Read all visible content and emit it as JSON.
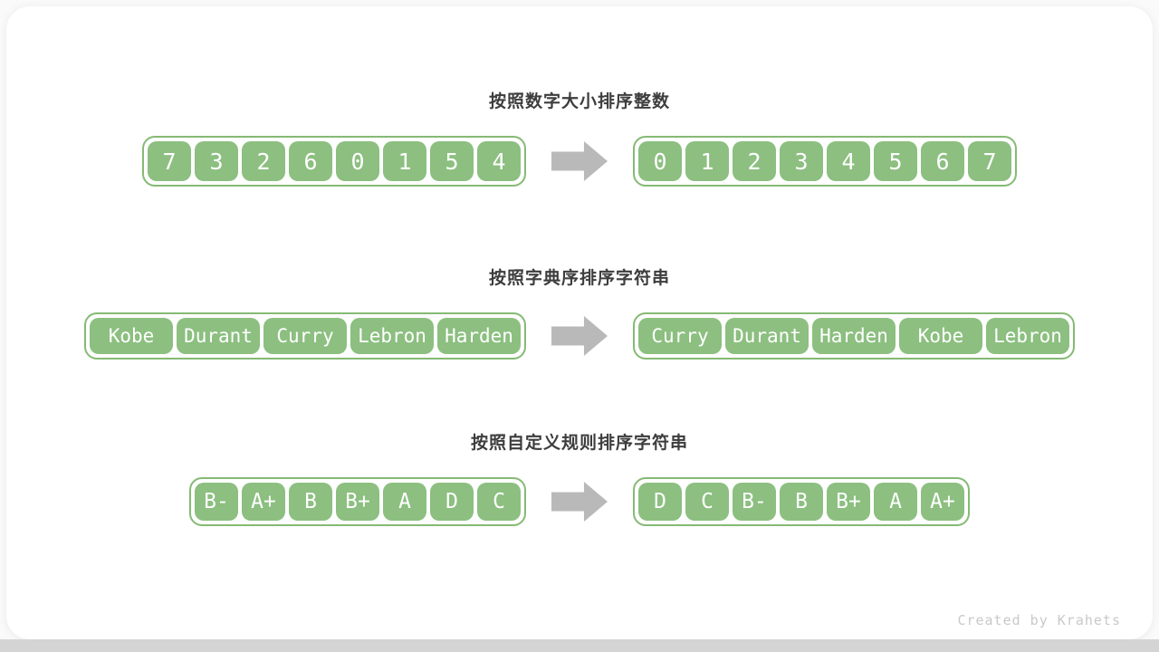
{
  "colors": {
    "cell_green": "#8CBF80",
    "container_border": "#85BA74",
    "arrow_gray": "#B9B9B9",
    "title_color": "#3D3D3D",
    "watermark_color": "#C9C9C9"
  },
  "icons": {
    "transform_arrow": "block-arrow-right"
  },
  "sections": [
    {
      "title": "按照数字大小排序整数",
      "before": [
        "7",
        "3",
        "2",
        "6",
        "0",
        "1",
        "5",
        "4"
      ],
      "after": [
        "0",
        "1",
        "2",
        "3",
        "4",
        "5",
        "6",
        "7"
      ]
    },
    {
      "title": "按照字典序排序字符串",
      "before": [
        "Kobe",
        "Durant",
        "Curry",
        "Lebron",
        "Harden"
      ],
      "after": [
        "Curry",
        "Durant",
        "Harden",
        "Kobe",
        "Lebron"
      ]
    },
    {
      "title": "按照自定义规则排序字符串",
      "before": [
        "B-",
        "A+",
        "B",
        "B+",
        "A",
        "D",
        "C"
      ],
      "after": [
        "D",
        "C",
        "B-",
        "B",
        "B+",
        "A",
        "A+"
      ]
    }
  ],
  "footer": {
    "watermark": "Created by Krahets"
  }
}
